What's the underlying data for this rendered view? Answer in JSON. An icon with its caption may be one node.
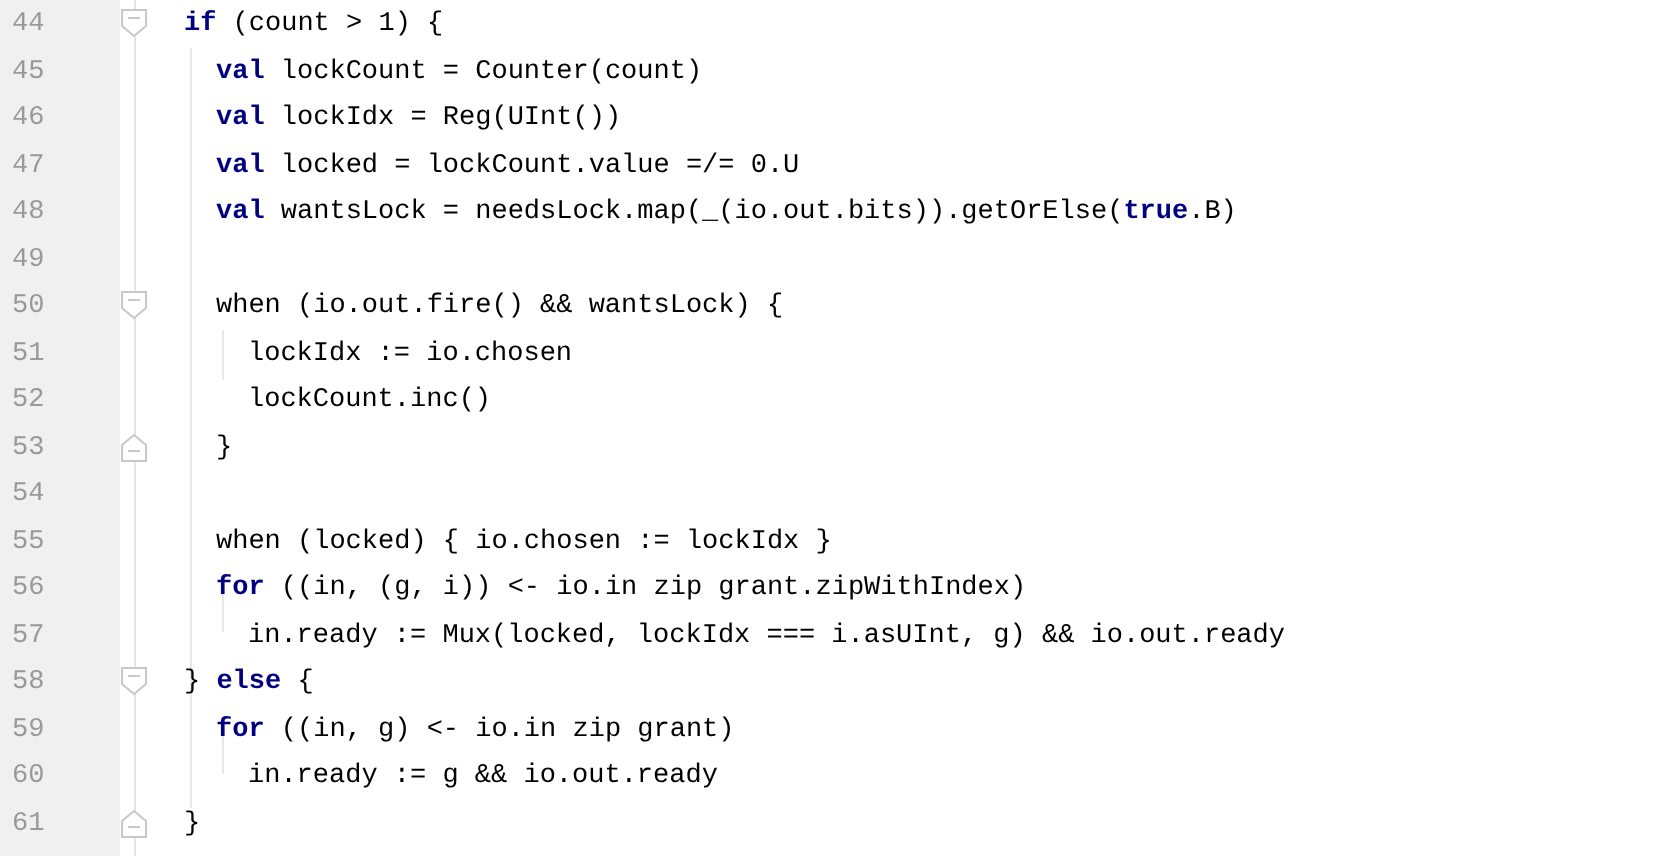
{
  "diagram": {
    "labels": [
      "44",
      "**if** (count > 1) {",
      "45",
      "**val** lockCount = Counter(count)",
      "46",
      "**val** lockIdx = Reg(UInt())",
      "47",
      "**val** locked = lockCount.value =/= 0.U",
      "48",
      "**val** wantsLock = needsLock.map(_(io.out.bits)).getOrElse(**true**.B)",
      "49",
      "50",
      "when (io.out.fire() && wantsLock) {",
      "51",
      "lockIdx := io.chosen",
      "52",
      "lockCount.inc()",
      "53",
      "}",
      "54",
      "55",
      "when (locked) { io.chosen := lockIdx }",
      "56",
      "**for** ((in, (g, i)) <- io.in zip grant.zipWithIndex)",
      "57",
      "in.ready := Mux(locked, lockIdx === i.asUInt, g) && io.out.ready",
      "58",
      "} **else** {",
      "59",
      "**for** ((in, g) <- io.in zip grant)",
      "60",
      "in.ready := g && io.out.ready",
      "61",
      "}"
    ]
  }
}
